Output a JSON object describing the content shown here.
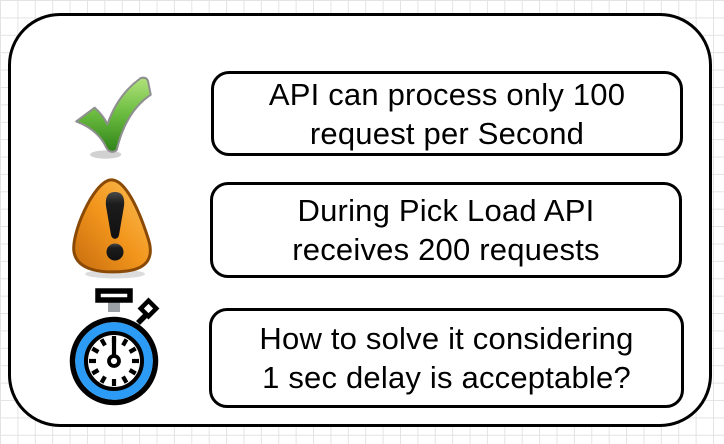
{
  "diagram": {
    "panel_border_color": "#000000",
    "grid_color": "#e3e3e3",
    "rows": [
      {
        "icon": "check-icon",
        "lines": [
          "API can process only 100",
          "request per Second"
        ]
      },
      {
        "icon": "warning-icon",
        "lines": [
          "During Pick Load API",
          "receives 200 requests"
        ]
      },
      {
        "icon": "stopwatch-icon",
        "lines": [
          "How to solve it considering",
          "1 sec delay is acceptable?"
        ]
      }
    ],
    "colors": {
      "check_green_light": "#a3d86a",
      "check_green_dark": "#2f8418",
      "warning_orange_light": "#fcb848",
      "warning_orange": "#f2961d",
      "warning_orange_dark": "#c76c0e",
      "warning_outline": "#8a4a06",
      "exclamation_black": "#1c1c1c",
      "stopwatch_blue": "#2b9bf5",
      "stopwatch_black": "#000000",
      "text_color": "#000000"
    }
  }
}
